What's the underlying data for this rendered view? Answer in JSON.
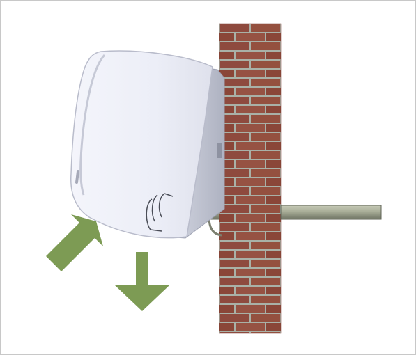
{
  "diagram": {
    "elements": [
      "indoor-ac-unit",
      "brick-wall",
      "refrigerant-pipe",
      "arrow-up-right",
      "arrow-down"
    ]
  },
  "colors": {
    "arrow": "#7d9b54",
    "brick": "#8e4a3e",
    "mortar": "#a9b1a7",
    "pipe": "#a3a894",
    "unit_body": "#eeeff7",
    "unit_edge": "#b9bccb",
    "border": "#c8c8c8"
  }
}
